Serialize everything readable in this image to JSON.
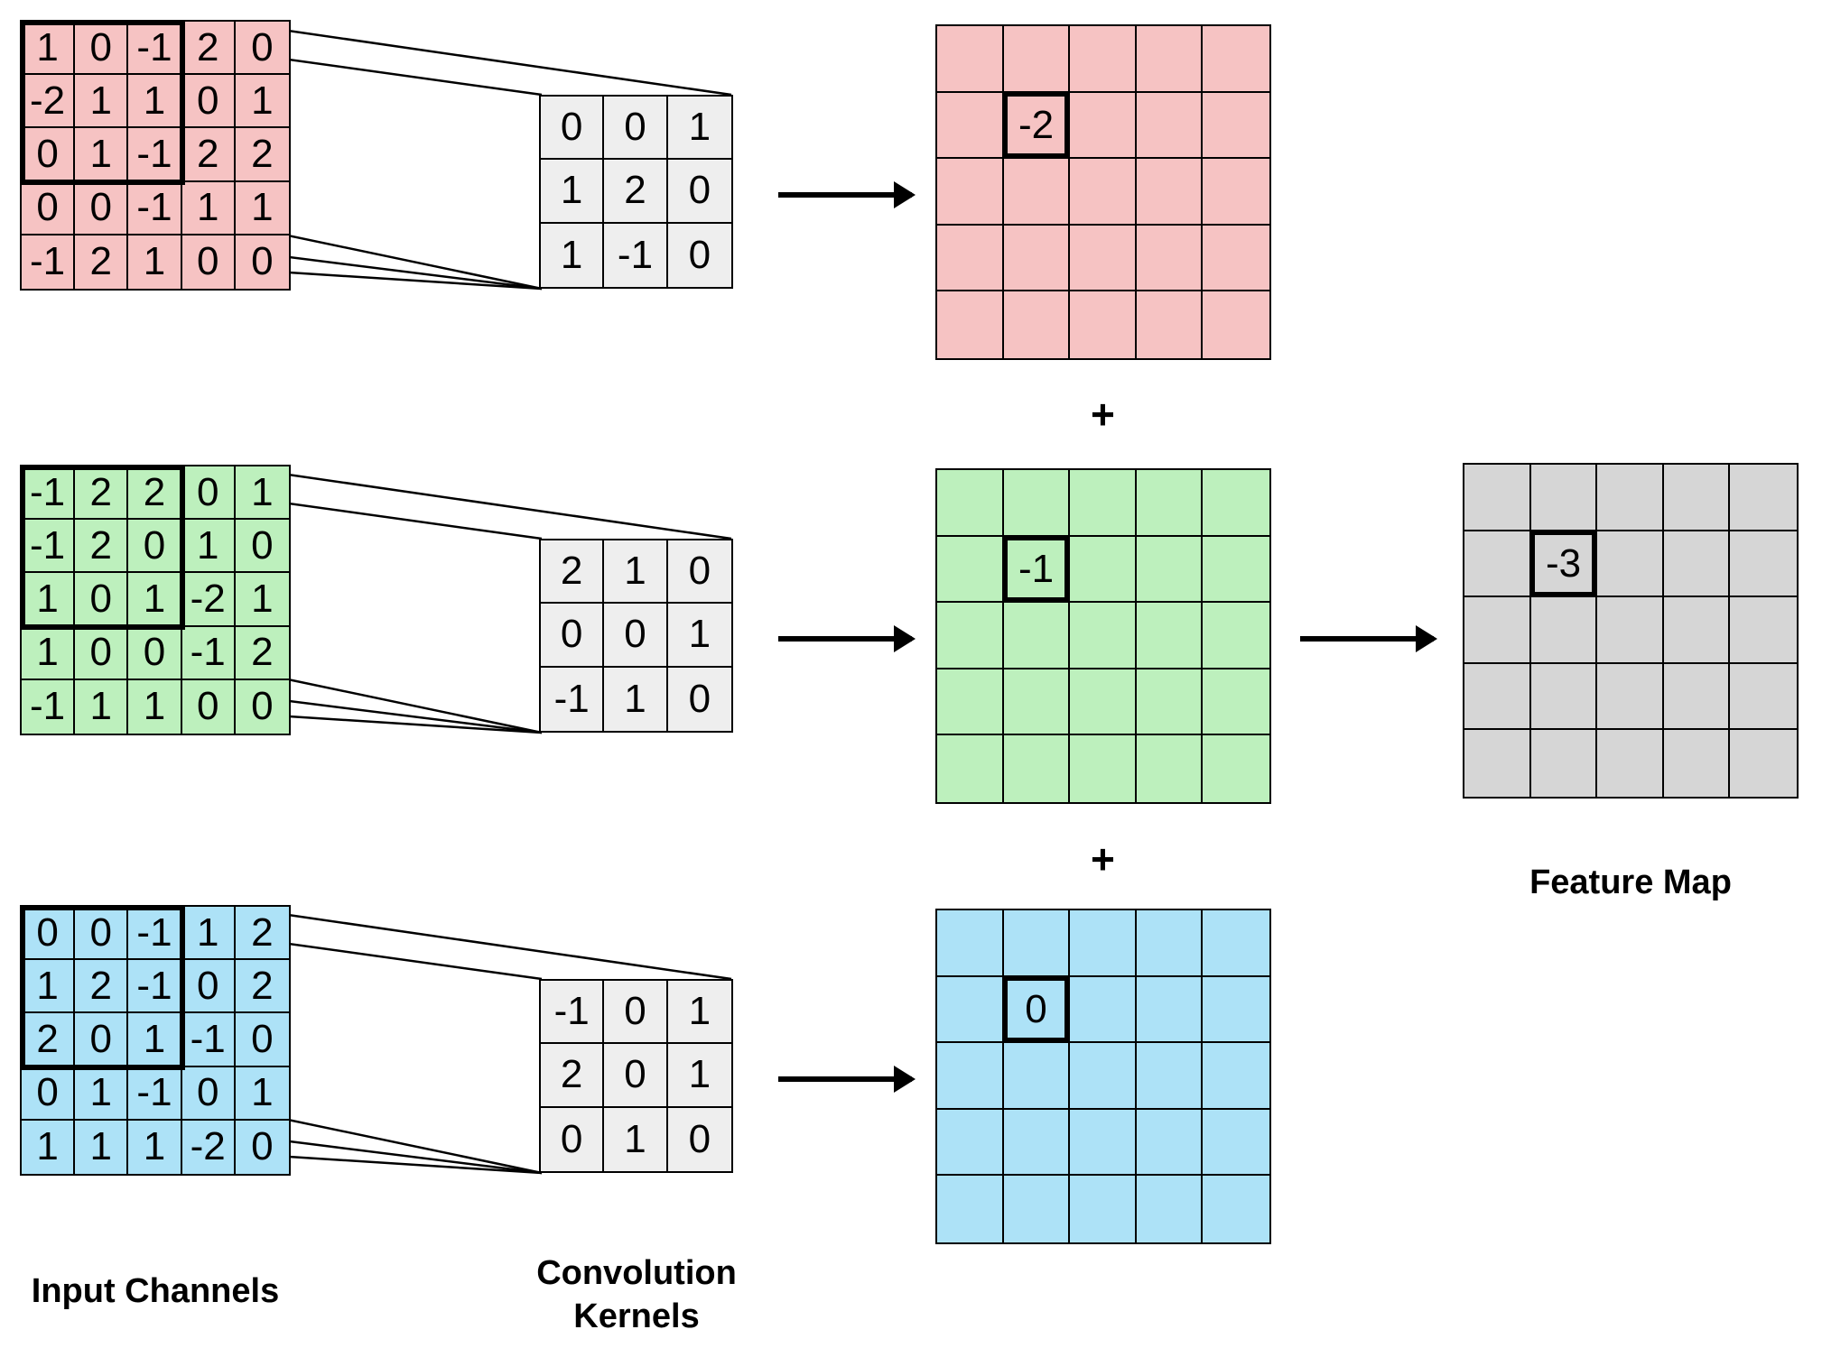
{
  "diagram": {
    "title_labels": {
      "input_channels": "Input Channels",
      "convolution_kernels": "Convolution Kernels",
      "feature_map": "Feature Map"
    },
    "plus_symbol": "+",
    "colors": {
      "red": "#f6c3c3",
      "green": "#bdf0bd",
      "blue": "#ade2f7",
      "gray": "#d6d6d6",
      "kernel": "#eeeeee",
      "line": "#000000"
    }
  },
  "channels": [
    {
      "name": "red",
      "color": "#f6c3c3",
      "input": [
        [
          1,
          0,
          -1,
          2,
          0
        ],
        [
          -2,
          1,
          1,
          0,
          1
        ],
        [
          0,
          1,
          -1,
          2,
          2
        ],
        [
          0,
          0,
          -1,
          1,
          1
        ],
        [
          -1,
          2,
          1,
          0,
          0
        ]
      ],
      "kernel": [
        [
          0,
          0,
          1
        ],
        [
          1,
          2,
          0
        ],
        [
          1,
          -1,
          0
        ]
      ],
      "output_value": "-2",
      "output_row": 1,
      "output_col": 1,
      "receptive_field": {
        "row": 0,
        "col": 0,
        "size": 3
      }
    },
    {
      "name": "green",
      "color": "#bdf0bd",
      "input": [
        [
          -1,
          2,
          2,
          0,
          1
        ],
        [
          -1,
          2,
          0,
          1,
          0
        ],
        [
          1,
          0,
          1,
          -2,
          1
        ],
        [
          1,
          0,
          0,
          -1,
          2
        ],
        [
          -1,
          1,
          1,
          0,
          0
        ]
      ],
      "kernel": [
        [
          2,
          1,
          0
        ],
        [
          0,
          0,
          1
        ],
        [
          -1,
          1,
          0
        ]
      ],
      "output_value": "-1",
      "output_row": 1,
      "output_col": 1,
      "receptive_field": {
        "row": 0,
        "col": 0,
        "size": 3
      }
    },
    {
      "name": "blue",
      "color": "#ade2f7",
      "input": [
        [
          0,
          0,
          -1,
          1,
          2
        ],
        [
          1,
          2,
          -1,
          0,
          2
        ],
        [
          2,
          0,
          1,
          -1,
          0
        ],
        [
          0,
          1,
          -1,
          0,
          1
        ],
        [
          1,
          1,
          1,
          -2,
          0
        ]
      ],
      "kernel": [
        [
          -1,
          0,
          1
        ],
        [
          2,
          0,
          1
        ],
        [
          0,
          1,
          0
        ]
      ],
      "output_value": "0",
      "output_row": 1,
      "output_col": 1,
      "receptive_field": {
        "row": 0,
        "col": 0,
        "size": 3
      }
    }
  ],
  "feature_map": {
    "color": "#d6d6d6",
    "rows": 5,
    "cols": 5,
    "highlight_value": "-3",
    "highlight_row": 1,
    "highlight_col": 1
  }
}
